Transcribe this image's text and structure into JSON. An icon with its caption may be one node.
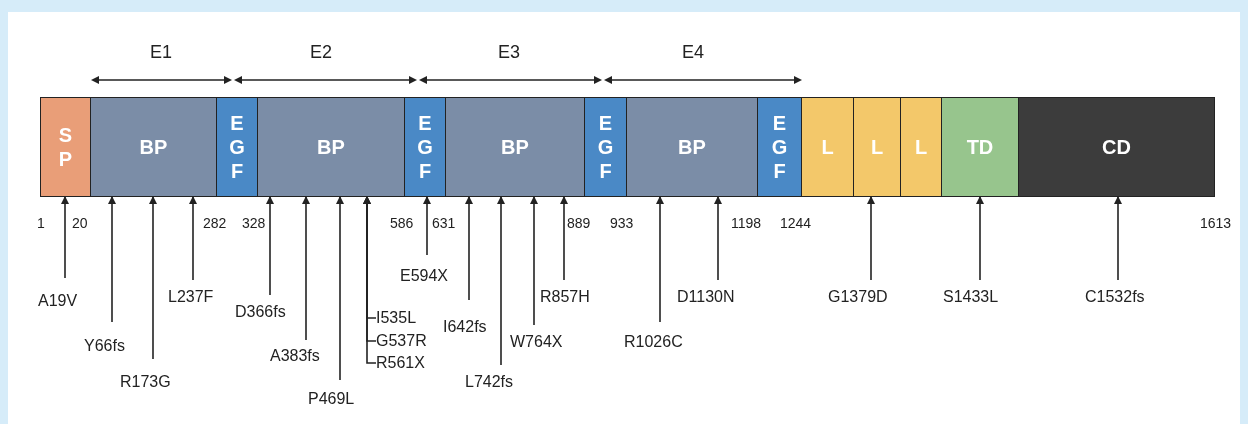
{
  "diagram": {
    "nodes": [
      {
        "text": [
          "SP"
        ]
      },
      {
        "text": [
          "BP"
        ]
      },
      {
        "text": [
          "EGF"
        ]
      },
      {
        "text": [
          "BP"
        ]
      },
      {
        "text": [
          "EGF"
        ]
      },
      {
        "text": [
          "BP"
        ]
      },
      {
        "text": [
          "EGF"
        ]
      },
      {
        "text": [
          "BP"
        ]
      },
      {
        "text": [
          "EGF"
        ]
      },
      {
        "text": [
          "L"
        ]
      },
      {
        "text": [
          "L"
        ]
      },
      {
        "text": [
          "L"
        ]
      },
      {
        "text": [
          "TD"
        ]
      },
      {
        "text": [
          "CD"
        ]
      },
      {
        "text": [
          "A19V"
        ]
      },
      {
        "text": [
          "Y66fs"
        ]
      },
      {
        "text": [
          "R173G"
        ]
      },
      {
        "text": [
          "L237F"
        ]
      },
      {
        "text": [
          "D366fs"
        ]
      },
      {
        "text": [
          "A383fs"
        ]
      },
      {
        "text": [
          "P469L"
        ]
      },
      {
        "text": [
          "I535L"
        ]
      },
      {
        "text": [
          "G537R"
        ]
      },
      {
        "text": [
          "R561X"
        ]
      },
      {
        "text": [
          "E594X"
        ]
      },
      {
        "text": [
          "I642fs"
        ]
      },
      {
        "text": [
          "L742fs"
        ]
      },
      {
        "text": [
          "W764X"
        ]
      },
      {
        "text": [
          "R857H"
        ]
      },
      {
        "text": [
          "R1026C"
        ]
      },
      {
        "text": [
          "D1130N"
        ]
      },
      {
        "text": [
          "G1379D"
        ]
      },
      {
        "text": [
          "S1433L"
        ]
      },
      {
        "text": [
          "C1532fs"
        ]
      }
    ],
    "edges": [
      {
        "from": 14,
        "to": 0,
        "arrow": "to"
      },
      {
        "from": 15,
        "to": 1,
        "arrow": "to"
      },
      {
        "from": 16,
        "to": 1,
        "arrow": "to"
      },
      {
        "from": 17,
        "to": 1,
        "arrow": "to"
      },
      {
        "from": 18,
        "to": 3,
        "arrow": "to"
      },
      {
        "from": 19,
        "to": 3,
        "arrow": "to"
      },
      {
        "from": 20,
        "to": 3,
        "arrow": "to"
      },
      {
        "from": 21,
        "to": 3,
        "arrow": "to"
      },
      {
        "from": 22,
        "to": 3,
        "arrow": "to"
      },
      {
        "from": 23,
        "to": 3,
        "arrow": "to"
      },
      {
        "from": 24,
        "to": 4,
        "arrow": "to"
      },
      {
        "from": 25,
        "to": 5,
        "arrow": "to"
      },
      {
        "from": 26,
        "to": 5,
        "arrow": "to"
      },
      {
        "from": 27,
        "to": 5,
        "arrow": "to"
      },
      {
        "from": 28,
        "to": 5,
        "arrow": "to"
      },
      {
        "from": 29,
        "to": 7,
        "arrow": "to"
      },
      {
        "from": 30,
        "to": 7,
        "arrow": "to"
      },
      {
        "from": 31,
        "to": 10,
        "arrow": "to"
      },
      {
        "from": 32,
        "to": 12,
        "arrow": "to"
      },
      {
        "from": 33,
        "to": 13,
        "arrow": "to"
      }
    ],
    "labels": [
      "E1",
      "E2",
      "E3",
      "E4",
      "1",
      "20",
      "282",
      "328",
      "586",
      "631",
      "889",
      "933",
      "1198",
      "1244",
      "1613"
    ]
  }
}
